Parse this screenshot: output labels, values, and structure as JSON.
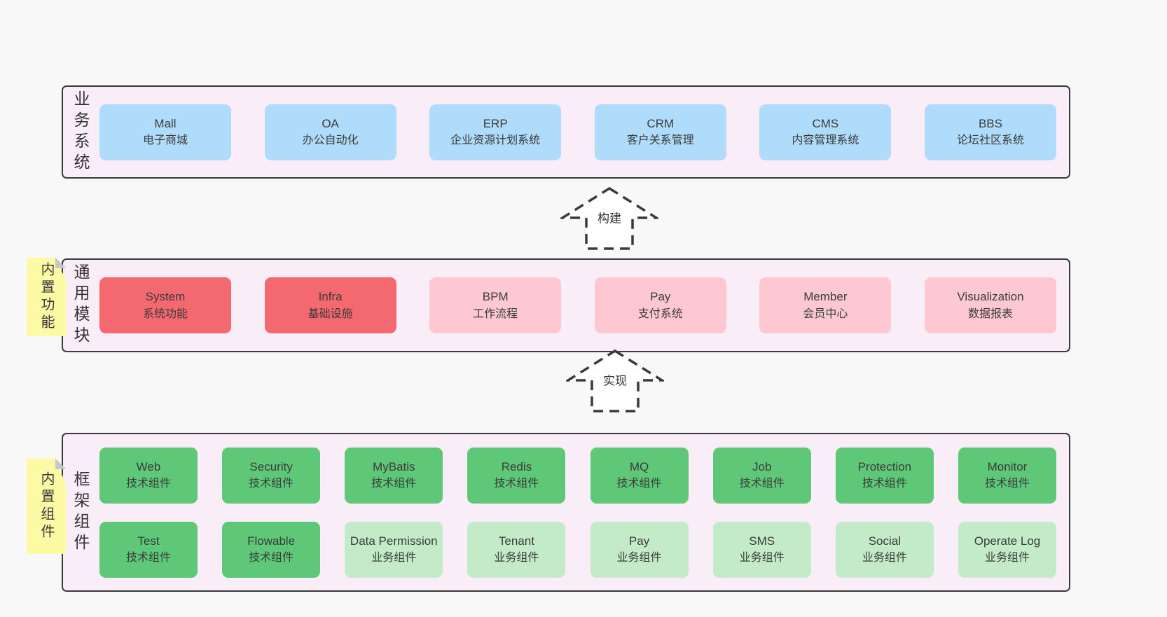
{
  "colors": {
    "page_bg": "#f8f8f8",
    "container_bg": "#f9eef7",
    "container_border": "#3a3a3a",
    "business_box": "#aedcfa",
    "core_module_box": "#f4696f",
    "optional_module_box": "#fdc8d2",
    "tech_component_box": "#5ec878",
    "biz_component_box": "#c3ebc8",
    "sticky_note": "#fcfaa5"
  },
  "arrows": [
    {
      "label": "构建"
    },
    {
      "label": "实现"
    }
  ],
  "notes": [
    {
      "text": "内置功能"
    },
    {
      "text": "内置组件"
    }
  ],
  "layers": [
    {
      "label": "业务系统",
      "boxes": [
        {
          "name": "Mall",
          "desc": "电子商城",
          "variant": "blue"
        },
        {
          "name": "OA",
          "desc": "办公自动化",
          "variant": "blue"
        },
        {
          "name": "ERP",
          "desc": "企业资源计划系统",
          "variant": "blue"
        },
        {
          "name": "CRM",
          "desc": "客户关系管理",
          "variant": "blue"
        },
        {
          "name": "CMS",
          "desc": "内容管理系统",
          "variant": "blue"
        },
        {
          "name": "BBS",
          "desc": "论坛社区系统",
          "variant": "blue"
        }
      ]
    },
    {
      "label": "通用模块",
      "boxes": [
        {
          "name": "System",
          "desc": "系统功能",
          "variant": "red"
        },
        {
          "name": "Infra",
          "desc": "基础设施",
          "variant": "red"
        },
        {
          "name": "BPM",
          "desc": "工作流程",
          "variant": "pink"
        },
        {
          "name": "Pay",
          "desc": "支付系统",
          "variant": "pink"
        },
        {
          "name": "Member",
          "desc": "会员中心",
          "variant": "pink"
        },
        {
          "name": "Visualization",
          "desc": "数据报表",
          "variant": "pink"
        }
      ]
    },
    {
      "label": "框架组件",
      "rows": [
        [
          {
            "name": "Web",
            "desc": "技术组件",
            "variant": "green"
          },
          {
            "name": "Security",
            "desc": "技术组件",
            "variant": "green"
          },
          {
            "name": "MyBatis",
            "desc": "技术组件",
            "variant": "green"
          },
          {
            "name": "Redis",
            "desc": "技术组件",
            "variant": "green"
          },
          {
            "name": "MQ",
            "desc": "技术组件",
            "variant": "green"
          },
          {
            "name": "Job",
            "desc": "技术组件",
            "variant": "green"
          },
          {
            "name": "Protection",
            "desc": "技术组件",
            "variant": "green"
          },
          {
            "name": "Monitor",
            "desc": "技术组件",
            "variant": "green"
          }
        ],
        [
          {
            "name": "Test",
            "desc": "技术组件",
            "variant": "green"
          },
          {
            "name": "Flowable",
            "desc": "技术组件",
            "variant": "green"
          },
          {
            "name": "Data Permission",
            "desc": "业务组件",
            "variant": "lightgreen"
          },
          {
            "name": "Tenant",
            "desc": "业务组件",
            "variant": "lightgreen"
          },
          {
            "name": "Pay",
            "desc": "业务组件",
            "variant": "lightgreen"
          },
          {
            "name": "SMS",
            "desc": "业务组件",
            "variant": "lightgreen"
          },
          {
            "name": "Social",
            "desc": "业务组件",
            "variant": "lightgreen"
          },
          {
            "name": "Operate Log",
            "desc": "业务组件",
            "variant": "lightgreen"
          }
        ]
      ]
    }
  ]
}
